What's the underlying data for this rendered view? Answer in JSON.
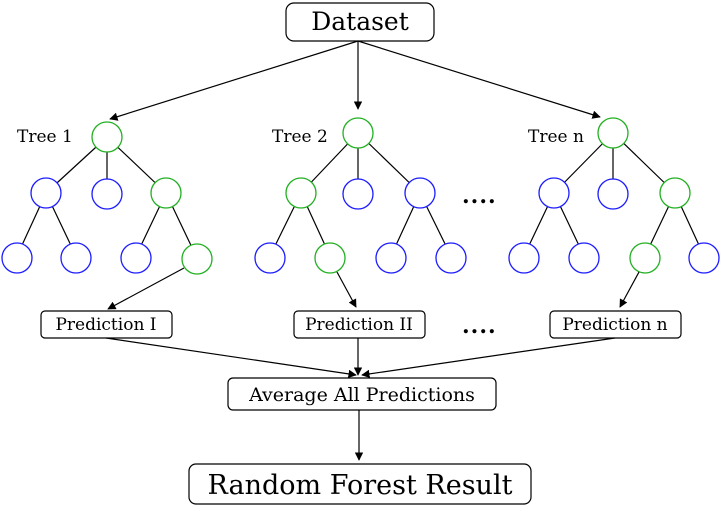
{
  "dataset_label": "Dataset",
  "trees": [
    {
      "label": "Tree 1",
      "prediction": "Prediction I"
    },
    {
      "label": "Tree 2",
      "prediction": "Prediction II"
    },
    {
      "label": "Tree n",
      "prediction": "Prediction n"
    }
  ],
  "ellipsis": "....",
  "average_label": "Average All Predictions",
  "result_label": "Random Forest Result",
  "colors": {
    "decision_path_node": "#22b022",
    "other_node": "#1c1cff",
    "line": "#000000"
  }
}
